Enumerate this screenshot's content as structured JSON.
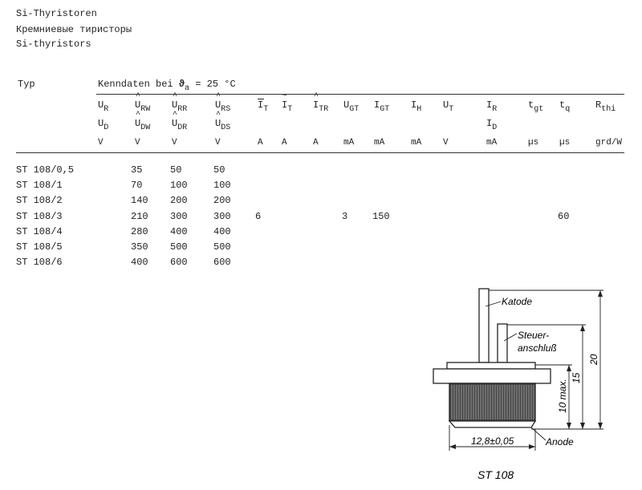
{
  "titles": [
    "Si-Thyristoren",
    "Кремниевые тиристоры",
    "Si-thyristors"
  ],
  "table": {
    "typ_label": "Typ",
    "caption_prefix": "Kenndaten bei",
    "caption_symbol": "ϑ",
    "caption_sub": "a",
    "caption_suffix": "= 25 °C",
    "columns": [
      {
        "sym": "U",
        "sub": "R",
        "sym2": "U",
        "sub2": "D",
        "unit": "V"
      },
      {
        "sym": "U",
        "sub": "RW",
        "sym2": "U",
        "sub2": "DW",
        "unit": "V",
        "mark": "hat"
      },
      {
        "sym": "U",
        "sub": "RR",
        "sym2": "U",
        "sub2": "DR",
        "unit": "V",
        "mark": "hat"
      },
      {
        "sym": "U",
        "sub": "RS",
        "sym2": "U",
        "sub2": "DS",
        "unit": "V",
        "mark": "hat"
      },
      {
        "sym": "I",
        "sub": "T",
        "unit": "A",
        "mark": "bar"
      },
      {
        "sym": "I",
        "sub": "T",
        "unit": "A",
        "mark": "tilde"
      },
      {
        "sym": "I",
        "sub": "TR",
        "unit": "A",
        "mark": "hat"
      },
      {
        "sym": "U",
        "sub": "GT",
        "unit": "mA"
      },
      {
        "sym": "I",
        "sub": "GT",
        "unit": "mA"
      },
      {
        "sym": "I",
        "sub": "H",
        "unit": "mA"
      },
      {
        "sym": "U",
        "sub": "T",
        "unit": "V"
      },
      {
        "sym": "I",
        "sub": "R",
        "sym2": "I",
        "sub2": "D",
        "unit": "mA"
      },
      {
        "sym": "t",
        "sub": "gt",
        "unit": "µs"
      },
      {
        "sym": "t",
        "sub": "q",
        "unit": "µs"
      },
      {
        "sym": "R",
        "sub": "thi",
        "unit": "grd/W"
      }
    ],
    "rows": [
      {
        "typ": "ST 108/0,5",
        "v": [
          "",
          "35",
          "50",
          "50",
          "",
          "",
          "",
          "",
          "",
          "",
          "",
          "",
          "",
          "",
          ""
        ]
      },
      {
        "typ": "ST 108/1",
        "v": [
          "",
          "70",
          "100",
          "100",
          "",
          "",
          "",
          "",
          "",
          "",
          "",
          "",
          "",
          "",
          ""
        ]
      },
      {
        "typ": "ST 108/2",
        "v": [
          "",
          "140",
          "200",
          "200",
          "",
          "",
          "",
          "",
          "",
          "",
          "",
          "",
          "",
          "",
          ""
        ]
      },
      {
        "typ": "ST 108/3",
        "v": [
          "",
          "210",
          "300",
          "300",
          "6",
          "",
          "",
          "3",
          "150",
          "",
          "",
          "",
          "",
          "60",
          ""
        ]
      },
      {
        "typ": "ST 108/4",
        "v": [
          "",
          "280",
          "400",
          "400",
          "",
          "",
          "",
          "",
          "",
          "",
          "",
          "",
          "",
          "",
          ""
        ]
      },
      {
        "typ": "ST 108/5",
        "v": [
          "",
          "350",
          "500",
          "500",
          "",
          "",
          "",
          "",
          "",
          "",
          "",
          "",
          "",
          "",
          ""
        ]
      },
      {
        "typ": "ST 108/6",
        "v": [
          "",
          "400",
          "600",
          "600",
          "",
          "",
          "",
          "",
          "",
          "",
          "",
          "",
          "",
          "",
          ""
        ]
      }
    ]
  },
  "diagram": {
    "katode": "Katode",
    "steuer1": "Steuer-",
    "steuer2": "anschluß",
    "anode": "Anode",
    "dim_20": "20",
    "dim_15": "15",
    "dim_10": "10 max.",
    "dim_width": "12,8±0,05",
    "caption": "ST 108"
  }
}
